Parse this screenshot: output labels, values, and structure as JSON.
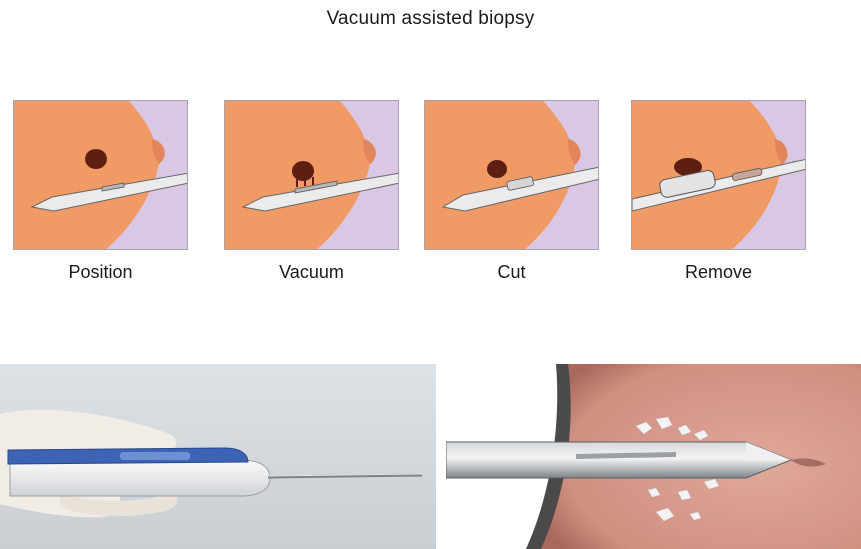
{
  "title": "Vacuum assisted biopsy",
  "steps": [
    {
      "label": "Position"
    },
    {
      "label": "Vacuum"
    },
    {
      "label": "Cut"
    },
    {
      "label": "Remove"
    }
  ],
  "colors": {
    "background_lilac": "#d9c7e3",
    "tissue": "#f09a66",
    "lesion": "#5e1f12",
    "needle": "#e8e8e8",
    "device_blue": "#3d63b5",
    "tissue_closeup": "#d69a8d"
  }
}
